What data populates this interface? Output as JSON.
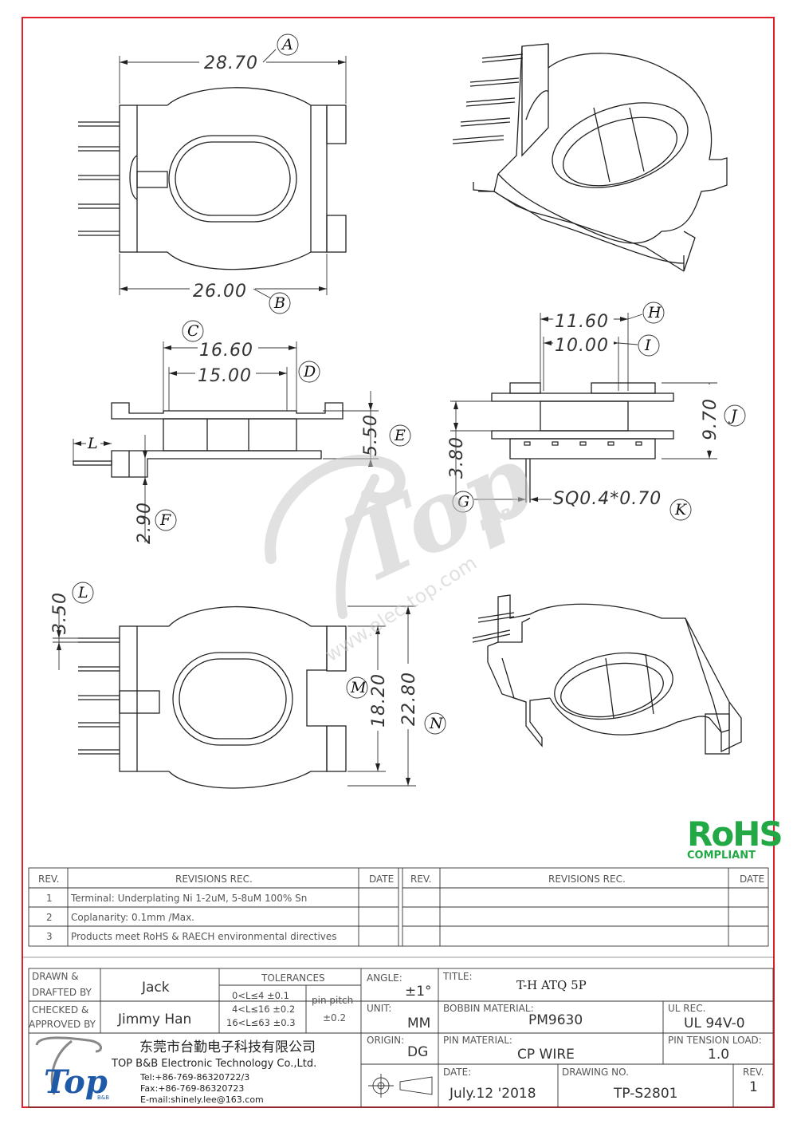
{
  "dimensions": {
    "A": {
      "letter": "A",
      "value": "28.70"
    },
    "B": {
      "letter": "B",
      "value": "26.00"
    },
    "C": {
      "letter": "C",
      "value": "16.60"
    },
    "D": {
      "letter": "D",
      "value": "15.00"
    },
    "E": {
      "letter": "E",
      "value": "5.50"
    },
    "F": {
      "letter": "F",
      "value": "2.90"
    },
    "G": {
      "letter": "G",
      "value": "3.80"
    },
    "H": {
      "letter": "H",
      "value": "11.60"
    },
    "I": {
      "letter": "I",
      "value": "10.00"
    },
    "J": {
      "letter": "J",
      "value": "9.70"
    },
    "K": {
      "letter": "K",
      "value": "SQ0.4*0.70"
    },
    "L": {
      "letter": "L",
      "value": "3.50",
      "side_mark": "L"
    },
    "M": {
      "letter": "M",
      "value": "18.20"
    },
    "N": {
      "letter": "N",
      "value": "22.80"
    }
  },
  "watermark": {
    "logo_text": "Top",
    "sub": "B&B",
    "url": "www.elec-top.com"
  },
  "rohs": {
    "title": "RoHS",
    "subtitle": "COMPLIANT"
  },
  "revisions": {
    "headers": {
      "rev": "REV.",
      "rec": "REVISIONS    REC.",
      "date": "DATE"
    },
    "rows": [
      {
        "rev": "1",
        "text": "Terminal: Underplating Ni 1-2uM, 5-8uM 100% Sn"
      },
      {
        "rev": "2",
        "text": "Coplanarity: 0.1mm /Max."
      },
      {
        "rev": "3",
        "text": "Products meet RoHS & RAECH environmental directives"
      }
    ]
  },
  "title_block": {
    "drawn_label_1": "DRAWN &",
    "drawn_label_2": "DRAFTED BY",
    "drawn_by": "Jack",
    "checked_label_1": "CHECKED &",
    "checked_label_2": "APPROVED BY",
    "approved_by": "Jimmy Han",
    "tolerances_label": "TOLERANCES",
    "tol_1": "0<L≤4    ±0.1",
    "tol_2": "4<L≤16  ±0.2",
    "tol_3": "16<L≤63  ±0.3",
    "pin_pitch_label": "pin pitch",
    "pin_pitch_value": "±0.2",
    "angle_label": "ANGLE:",
    "angle_value": "±1°",
    "unit_label": "UNIT:",
    "unit_value": "MM",
    "origin_label": "ORIGIN:",
    "origin_value": "DG",
    "title_label": "TITLE:",
    "title_value": "T-H  ATQ    5P",
    "bobbin_label": "BOBBIN MATERIAL:",
    "bobbin_value": "PM9630",
    "ul_label": "UL REC.",
    "ul_value": "UL  94V-0",
    "pin_material_label": "PIN MATERIAL:",
    "pin_material_value": "CP  WIRE",
    "pin_tension_label": "PIN TENSION LOAD:",
    "pin_tension_value": "1.0",
    "date_label": "DATE:",
    "date_value": "July.12  '2018",
    "drawing_no_label": "DRAWING NO.",
    "drawing_no_value": "TP-S2801",
    "rev_label": "REV.",
    "rev_value": "1",
    "company_cn": "东莞市台勤电子科技有限公司",
    "company_en": "TOP B&B Electronic Technology Co.,Ltd.",
    "tel": "Tel:+86-769-86320722/3",
    "fax": "Fax:+86-769-86320723",
    "email": "E-mail:shinely.lee@163.com",
    "logo_text": "Top",
    "logo_sub": "B&B"
  },
  "colors": {
    "border": "#e0202a",
    "rohs_green": "#22a845",
    "watermark": "#c8c8c8"
  }
}
